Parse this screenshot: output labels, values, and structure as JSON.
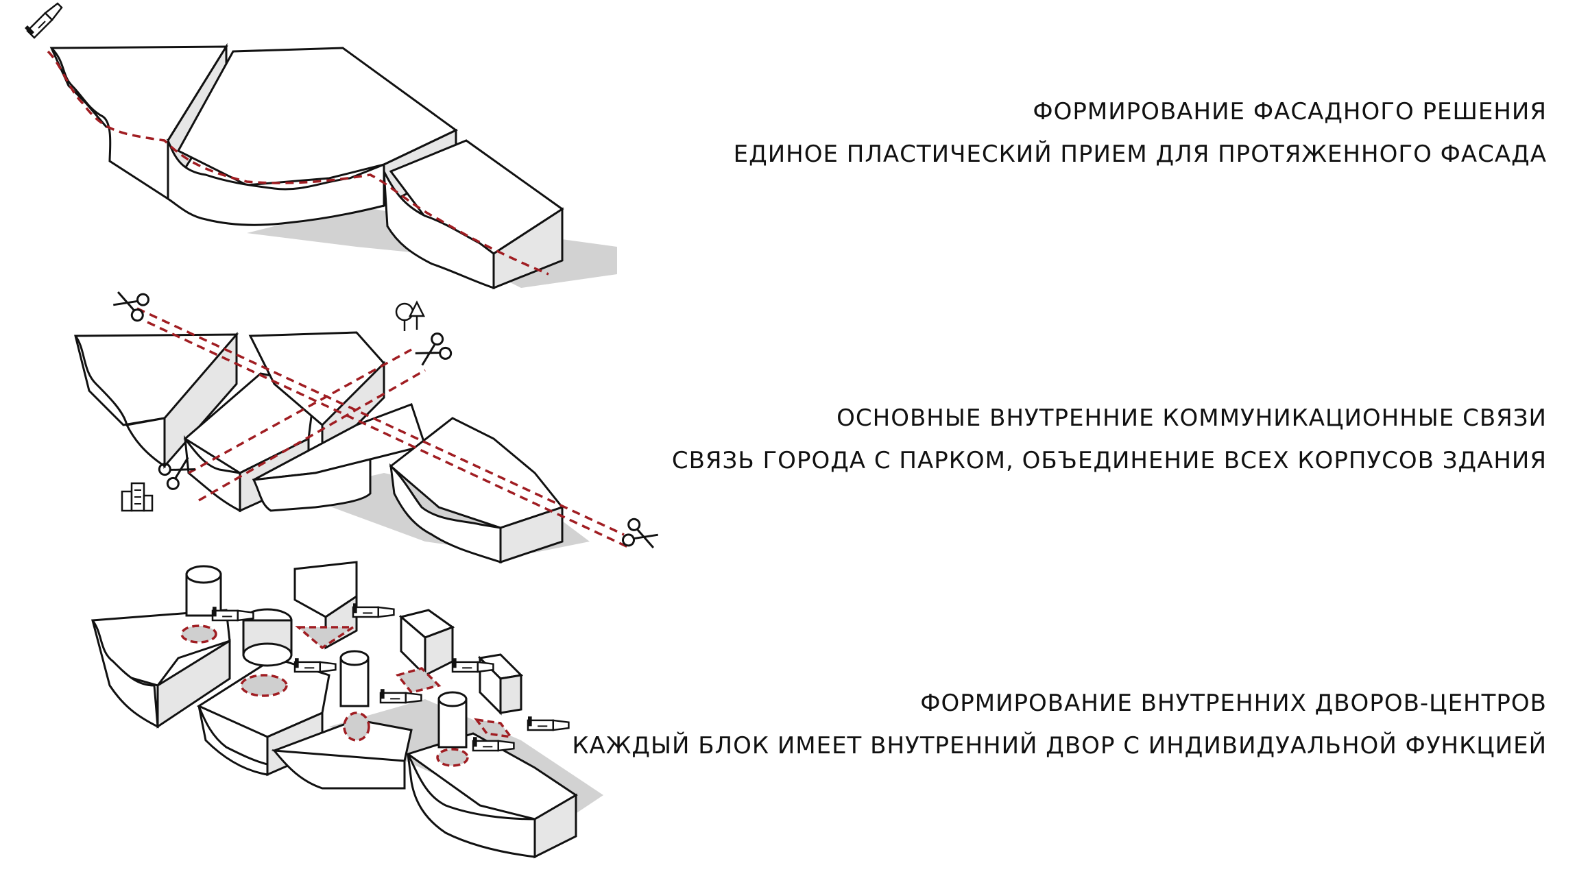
{
  "sections": [
    {
      "heading": "ФОРМИРОВАНИЕ ФАСАДНОГО РЕШЕНИЯ",
      "subheading": "ЕДИНОЕ ПЛАСТИЧЕСКИЙ ПРИЕМ ДЛЯ ПРОТЯЖЕННОГО ФАСАДА"
    },
    {
      "heading": "ОСНОВНЫЕ ВНУТРЕННИЕ КОММУНИКАЦИОННЫЕ СВЯЗИ",
      "subheading": "СВЯЗЬ ГОРОДА С ПАРКОМ, ОБЪЕДИНЕНИЕ ВСЕХ КОРПУСОВ ЗДАНИЯ"
    },
    {
      "heading": "ФОРМИРОВАНИЕ ВНУТРЕННИХ ДВОРОВ-ЦЕНТРОВ",
      "subheading": "КАЖДЫЙ БЛОК ИМЕЕТ ВНУТРЕННИЙ ДВОР С ИНДИВИДУАЛЬНОЙ ФУНКЦИЕЙ"
    }
  ],
  "colors": {
    "accent": "#a01d22",
    "shadow": "#cfcfcf",
    "side": "#e4e4e4",
    "line": "#111111"
  },
  "icons": [
    "knife-icon",
    "scissors-icon",
    "trees-icon",
    "city-building-icon"
  ]
}
